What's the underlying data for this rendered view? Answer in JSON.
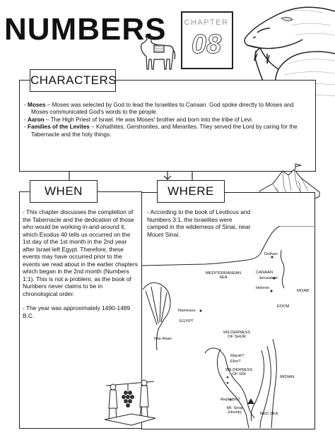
{
  "page": {
    "title": "NUMBERS"
  },
  "chapter": {
    "label": "CHAPTER",
    "number": "08"
  },
  "characters": {
    "heading": "CHARACTERS",
    "items": [
      {
        "name": "Moses",
        "text": " – Moses was selected by God to lead the Israelites to Canaan. God spoke directly to Moses and Moses communicated God's words to the people."
      },
      {
        "name": "Aaron",
        "text": " – The High Priest of Israel. He was Moses' brother and born into the tribe of Levi."
      },
      {
        "name": "Families of the Levites",
        "text": " – Kohathites, Gershonites, and Merarites. They served the Lord by caring for the Tabernacle and the holy things."
      }
    ]
  },
  "when": {
    "heading": "WHEN",
    "paragraph1": "- This chapter discusses the completion of the Tabernacle and the dedication of those who would be working in-and-around it, which Exodus 40 tells us occurred on the 1st day of the 1st month in the 2nd year after Israel left Egypt. Therefore, these events may have occurred prior to the events we read about in the earlier chapters which began in the 2nd month (Numbers 1:1). This is not a problem, as the book of Numbers never claims to be in chronological order.",
    "paragraph2": "- The year was approximately 1490-1489 B.C."
  },
  "where": {
    "heading": "WHERE",
    "text": "- According to the book of Leviticus and Numbers 3:1, the Israelites were camped in the wilderness of Sinai, near Mount Sinai."
  },
  "map": {
    "labels": {
      "dothan": "Dothan",
      "med_sea": "MEDITERRANEAN SEA",
      "canaan": "CANAAN",
      "jerusalem": "Jerusalem",
      "hebron": "Hebron",
      "moab": "MOAB",
      "edom": "EDOM",
      "rameses": "Rameses",
      "egypt": "EGYPT",
      "wild_shur": "WILDERNESS OF SHUR",
      "nile": "Nile River",
      "marah": "Marah?",
      "elim": "Elim?",
      "wild_sin": "WILDERNESS OF SIN",
      "midian": "MIDIAN",
      "rephidim": "Rephidim?",
      "mt_sinai": "Mt. Sinai (Horeb)",
      "red_sea": "RED SEA"
    }
  }
}
